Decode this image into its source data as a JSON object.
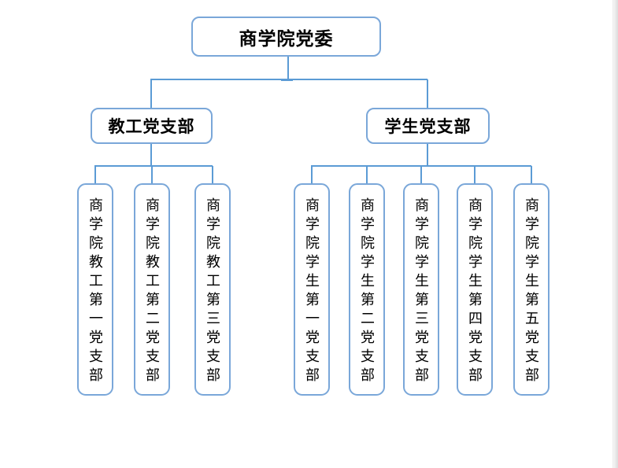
{
  "colors": {
    "box_border": "#7aa7d9",
    "connector": "#5b9bd5",
    "text": "#000000",
    "page_edge": "#dcdcdc"
  },
  "org_chart": {
    "root": {
      "label": "商学院党委"
    },
    "branches": [
      {
        "label": "教工党支部",
        "children": [
          {
            "label": "商学院教工第一党支部"
          },
          {
            "label": "商学院教工第二党支部"
          },
          {
            "label": "商学院教工第三党支部"
          }
        ]
      },
      {
        "label": "学生党支部",
        "children": [
          {
            "label": "商学院学生第一党支部"
          },
          {
            "label": "商学院学生第二党支部"
          },
          {
            "label": "商学院学生第三党支部"
          },
          {
            "label": "商学院学生第四党支部"
          },
          {
            "label": "商学院学生第五党支部"
          }
        ]
      }
    ]
  }
}
